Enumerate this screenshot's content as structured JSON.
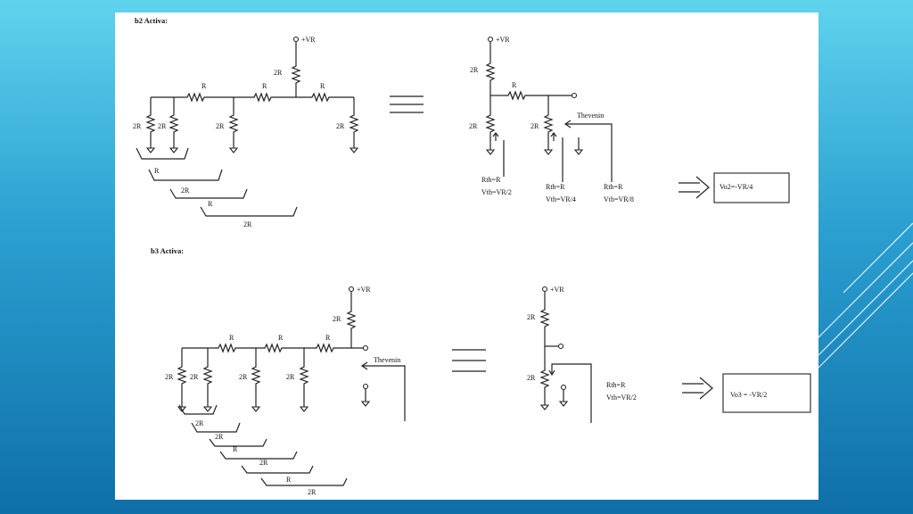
{
  "section_b2": {
    "heading": "b2 Activa:",
    "circuit": {
      "supply": "+VR",
      "top_resistor": "2R",
      "series": [
        "R",
        "R",
        "R"
      ],
      "shunts": [
        "2R",
        "2R",
        "2R",
        "2R"
      ]
    },
    "brackets": [
      "R",
      "2R",
      "R",
      "2R"
    ],
    "thevenin_circuit": {
      "supply": "+VR",
      "top_resistor": "2R",
      "series": "R",
      "shunts": [
        "2R",
        "2R"
      ],
      "thevenin_label": "Thevenin",
      "eq1": {
        "rth": "Rth=R",
        "vth": "Vth=VR/2"
      },
      "eq2": {
        "rth": "Rth=R",
        "vth": "Vth=VR/4"
      },
      "eq3": {
        "rth": "Rth=R",
        "vth": "Vth=VR/8"
      }
    },
    "result": "Vo2=-VR/4"
  },
  "section_b3": {
    "heading": "b3 Activa:",
    "circuit": {
      "supply": "+VR",
      "top_resistor": "2R",
      "series": [
        "R",
        "R",
        "R"
      ],
      "shunts": [
        "2R",
        "2R",
        "2R",
        "2R"
      ],
      "thevenin_label": "Thevenin"
    },
    "brackets": [
      "2R",
      "2R",
      "R",
      "2R",
      "R",
      "2R"
    ],
    "thevenin_circuit": {
      "supply": "+VR",
      "top_resistor": "2R",
      "shunt": "2R",
      "rth": "Rth=R",
      "vth": "Vth=VR/2"
    },
    "result": "Vo3 = -VR/2"
  },
  "colors": {
    "background_top": "#5fd3ee",
    "background_bottom": "#0f6fa8",
    "slide": "#ffffff",
    "ink": "#222222"
  }
}
